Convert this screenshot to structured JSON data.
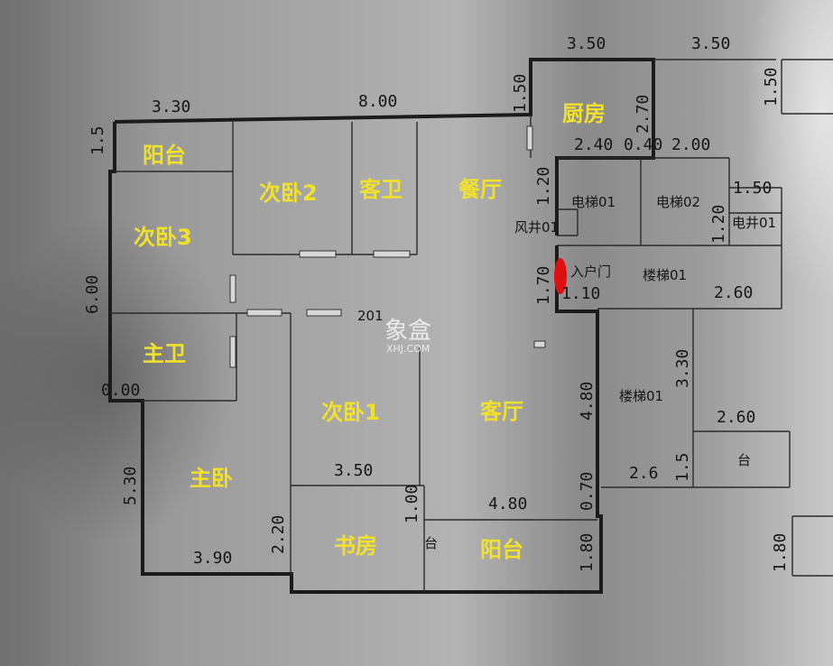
{
  "rooms": {
    "balcony_nw": "阳台",
    "bedroom3": "次卧3",
    "bedroom2": "次卧2",
    "guest_bath": "客卫",
    "dining": "餐厅",
    "kitchen": "厨房",
    "master_bath": "主卫",
    "bedroom1": "次卧1",
    "living": "客厅",
    "master_bedroom": "主卧",
    "study": "书房",
    "balcony_s": "阳台"
  },
  "labels": {
    "unit_number": "201",
    "elevator1": "电梯01",
    "elevator2": "电梯02",
    "electric_shaft": "电井01",
    "air_shaft": "风井01",
    "stair1": "楼梯01",
    "stair2": "楼梯01",
    "entry_door": "入户门",
    "platform1": "台",
    "platform2": "台"
  },
  "dimensions": {
    "d_top_350_a": "3.50",
    "d_top_350_b": "3.50",
    "d_150_right": "1.50",
    "d_330": "3.30",
    "d_800": "8.00",
    "d_150_kitchen": "1.50",
    "d_270": "2.70",
    "d_240": "2.40",
    "d_040": "0.40",
    "d_200": "2.00",
    "d_120_a": "1.20",
    "d_150_elev": "1.50",
    "d_120_b": "1.20",
    "d_170": "1.70",
    "d_110": "1.10",
    "d_260_a": "2.60",
    "d_330_stair": "3.30",
    "d_480_v": "4.80",
    "d_260_b": "2.60",
    "d_15": "1.5",
    "d_26": "2.6",
    "d_350_mid": "3.50",
    "d_100": "1.00",
    "d_480_h": "4.80",
    "d_070": "0.70",
    "d_220": "2.20",
    "d_390": "3.90",
    "d_180_a": "1.80",
    "d_180_b": "1.80",
    "d_000": "0.00",
    "d_600": "6.00",
    "d_530": "5.30",
    "d_side_top": "1.5"
  },
  "watermark": {
    "cn": "象盒",
    "en": "XHJ.COM"
  },
  "colors": {
    "room_label": "#f2e12a",
    "entry_marker": "#e01010",
    "entry_text": "#e01010"
  }
}
